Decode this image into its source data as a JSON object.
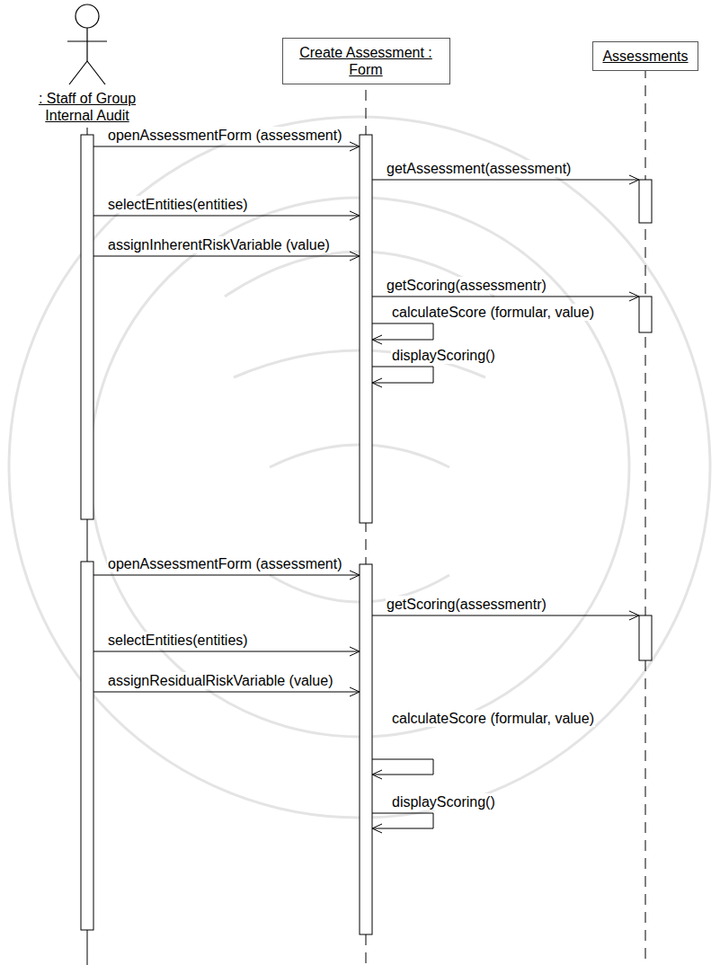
{
  "diagram": {
    "nodes": [
      {
        "text": [
          ": Staff of Group Internal Audit"
        ]
      },
      {
        "text": [
          "Create Assessment : Form"
        ]
      },
      {
        "text": [
          "Assessments"
        ]
      }
    ],
    "edges": [
      {
        "from": 0,
        "to": 1,
        "arrow": "to",
        "label": "openAssessmentForm (assessment)"
      },
      {
        "from": 1,
        "to": 2,
        "arrow": "to",
        "label": "getAssessment(assessment)"
      },
      {
        "from": 0,
        "to": 1,
        "arrow": "to",
        "label": "selectEntities(entities)"
      },
      {
        "from": 0,
        "to": 1,
        "arrow": "to",
        "label": "assignInherentRiskVariable (value)"
      },
      {
        "from": 1,
        "to": 2,
        "arrow": "to",
        "label": "getScoring(assessmentr)"
      },
      {
        "from": 1,
        "to": 1,
        "arrow": "to",
        "label": "calculateScore (formular, value)"
      },
      {
        "from": 1,
        "to": 1,
        "arrow": "to",
        "label": "displayScoring()"
      },
      {
        "from": 0,
        "to": 1,
        "arrow": "to",
        "label": "openAssessmentForm (assessment)"
      },
      {
        "from": 1,
        "to": 2,
        "arrow": "to",
        "label": "getScoring(assessmentr)"
      },
      {
        "from": 0,
        "to": 1,
        "arrow": "to",
        "label": "selectEntities(entities)"
      },
      {
        "from": 0,
        "to": 1,
        "arrow": "to",
        "label": "assignResidualRiskVariable (value)"
      },
      {
        "from": 1,
        "to": 1,
        "arrow": "to",
        "label": "calculateScore (formular, value)"
      },
      {
        "from": 1,
        "to": 1,
        "arrow": "to",
        "label": "displayScoring()"
      }
    ]
  }
}
